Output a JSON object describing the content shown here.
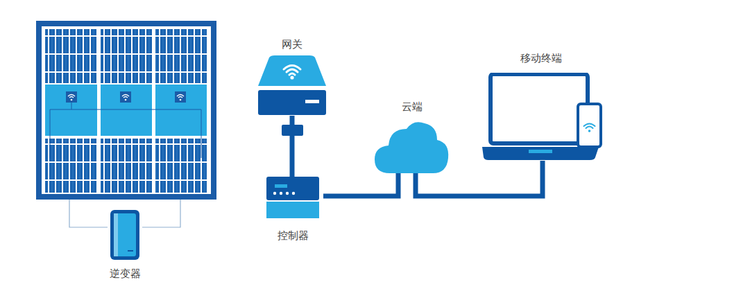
{
  "diagram": {
    "nodes": [
      {
        "text": [
          "逆变器"
        ]
      },
      {
        "text": [
          "网关"
        ]
      },
      {
        "text": [
          "控制器"
        ]
      },
      {
        "text": [
          "云端"
        ]
      },
      {
        "text": [
          "移动终端"
        ]
      }
    ],
    "edges": [
      {
        "from": 1,
        "to": 2,
        "arrow": "none"
      },
      {
        "from": 2,
        "to": 3,
        "arrow": "none"
      },
      {
        "from": 3,
        "to": 4,
        "arrow": "none"
      }
    ]
  }
}
